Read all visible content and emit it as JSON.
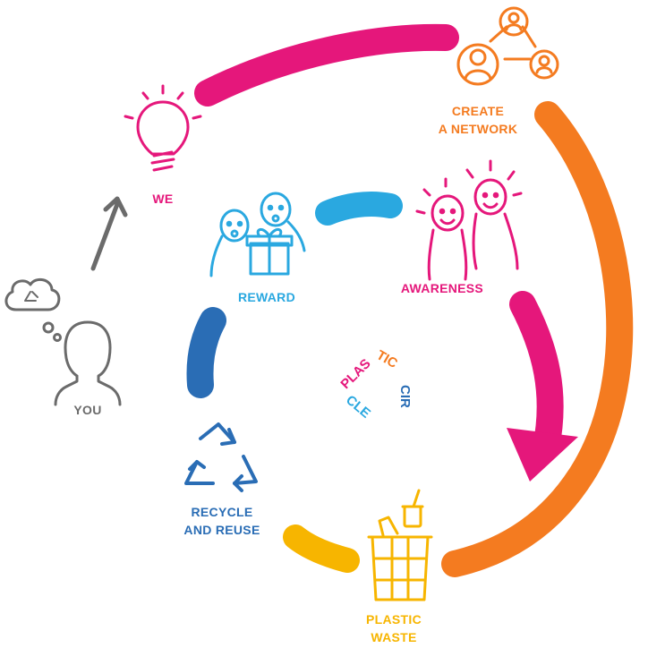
{
  "colors": {
    "magenta": "#e5177b",
    "orange": "#f47b20",
    "cyan": "#2aa8e0",
    "blue": "#2a6db5",
    "yellow": "#f7b500",
    "gray": "#6b6b6b"
  },
  "nodes": {
    "you": {
      "label": "YOU",
      "icon": "person-thought-recycle-icon"
    },
    "we": {
      "label": "WE",
      "icon": "lightbulb-icon"
    },
    "network": {
      "line1": "CREATE",
      "line2": "A NETWORK",
      "icon": "network-people-icon"
    },
    "awareness": {
      "label": "AWARENESS",
      "icon": "bright-faces-icon"
    },
    "reward": {
      "label": "REWARD",
      "icon": "gift-faces-icon"
    },
    "recycle": {
      "line1": "RECYCLE",
      "line2": "AND REUSE",
      "icon": "recycle-arrows-icon"
    },
    "waste": {
      "line1": "PLASTIC",
      "line2": "WASTE",
      "icon": "waste-bin-icon"
    }
  },
  "logo": {
    "text": "PLASTIC CIRCLE",
    "syllables": [
      "PLAS",
      "TIC",
      "CIR",
      "CLE"
    ]
  }
}
